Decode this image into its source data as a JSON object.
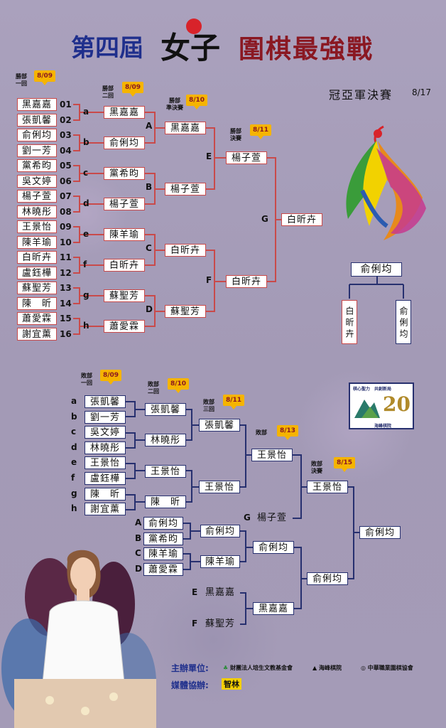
{
  "title": {
    "prefix": "第四屆",
    "women": "女子",
    "suffix": "圍棋最強戰"
  },
  "final": {
    "title": "冠亞軍決賽",
    "date": "8/17",
    "champion": "俞俐均",
    "left": "白昕卉",
    "right": "俞俐均"
  },
  "winners": {
    "round_labels": [
      {
        "text": "勝部\n一回",
        "date": "8/09"
      },
      {
        "text": "勝部\n二回",
        "date": "8/09"
      },
      {
        "text": "勝部\n準決賽",
        "date": "8/10"
      },
      {
        "text": "勝部\n決賽",
        "date": "8/11"
      }
    ],
    "players": [
      "黑嘉嘉",
      "張凱馨",
      "俞俐均",
      "劉一芳",
      "黨希昀",
      "吳文婷",
      "楊子萱",
      "林曉彤",
      "王景怡",
      "陳羊瑜",
      "白昕卉",
      "盧鈺樺",
      "蘇聖芳",
      "陳　昕",
      "蕭愛霖",
      "謝宜薰"
    ],
    "seeds": [
      "01",
      "02",
      "03",
      "04",
      "05",
      "06",
      "07",
      "08",
      "09",
      "10",
      "11",
      "12",
      "13",
      "14",
      "15",
      "16"
    ],
    "r2_letters": [
      "a",
      "b",
      "c",
      "d",
      "e",
      "f",
      "g",
      "h"
    ],
    "r2": [
      "黑嘉嘉",
      "俞俐均",
      "黨希昀",
      "楊子萱",
      "陳羊瑜",
      "白昕卉",
      "蘇聖芳",
      "蕭愛霖"
    ],
    "r3_letters": [
      "A",
      "B",
      "C",
      "D"
    ],
    "r3": [
      "黑嘉嘉",
      "楊子萱",
      "白昕卉",
      "蘇聖芳"
    ],
    "r4_letters": [
      "E",
      "F"
    ],
    "r4": [
      "楊子萱",
      "白昕卉"
    ],
    "g_letter": "G",
    "winner": "白昕卉"
  },
  "losers": {
    "round_labels": [
      {
        "text": "敗部\n一回",
        "date": "8/09"
      },
      {
        "text": "敗部\n二回",
        "date": "8/10"
      },
      {
        "text": "敗部\n三回",
        "date": "8/11"
      },
      {
        "text": "敗部",
        "date": "8/13"
      },
      {
        "text": "敗部\n決賽",
        "date": "8/15"
      }
    ],
    "r1_letters": [
      "a",
      "b",
      "c",
      "d",
      "e",
      "f",
      "g",
      "h"
    ],
    "r1": [
      "張凱馨",
      "劉一芳",
      "吳文婷",
      "林曉彤",
      "王景怡",
      "盧鈺樺",
      "陳　昕",
      "謝宜薰"
    ],
    "r2": [
      "張凱馨",
      "林曉彤",
      "王景怡",
      "陳　昕"
    ],
    "r3": [
      "張凱馨",
      "王景怡"
    ],
    "r4": "王景怡",
    "g_letter": "G",
    "g_name": "楊子萱",
    "side_letters": [
      "A",
      "B",
      "C",
      "D"
    ],
    "side": [
      "俞俐均",
      "黨希昀",
      "陳羊瑜",
      "蕭愛霖"
    ],
    "side_r2": [
      "俞俐均",
      "陳羊瑜"
    ],
    "side_r3": "俞俐均",
    "ef_letters": [
      "E",
      "F"
    ],
    "ef": [
      "黑嘉嘉",
      "蘇聖芳"
    ],
    "ef_winner": "黑嘉嘉",
    "semi": "俞俐均",
    "final_top": "王景怡",
    "winner": "俞俐均"
  },
  "logo_badge": {
    "top": "棋心聖力　共創新局",
    "bottom": "海峰棋院",
    "number": "20"
  },
  "sponsors": {
    "host_label": "主辦單位:",
    "hosts": [
      "財團法人培生文教基金會",
      "海峰棋院",
      "中華職業圍棋協會"
    ],
    "media_label": "媒體協辦:",
    "media": "智林"
  }
}
